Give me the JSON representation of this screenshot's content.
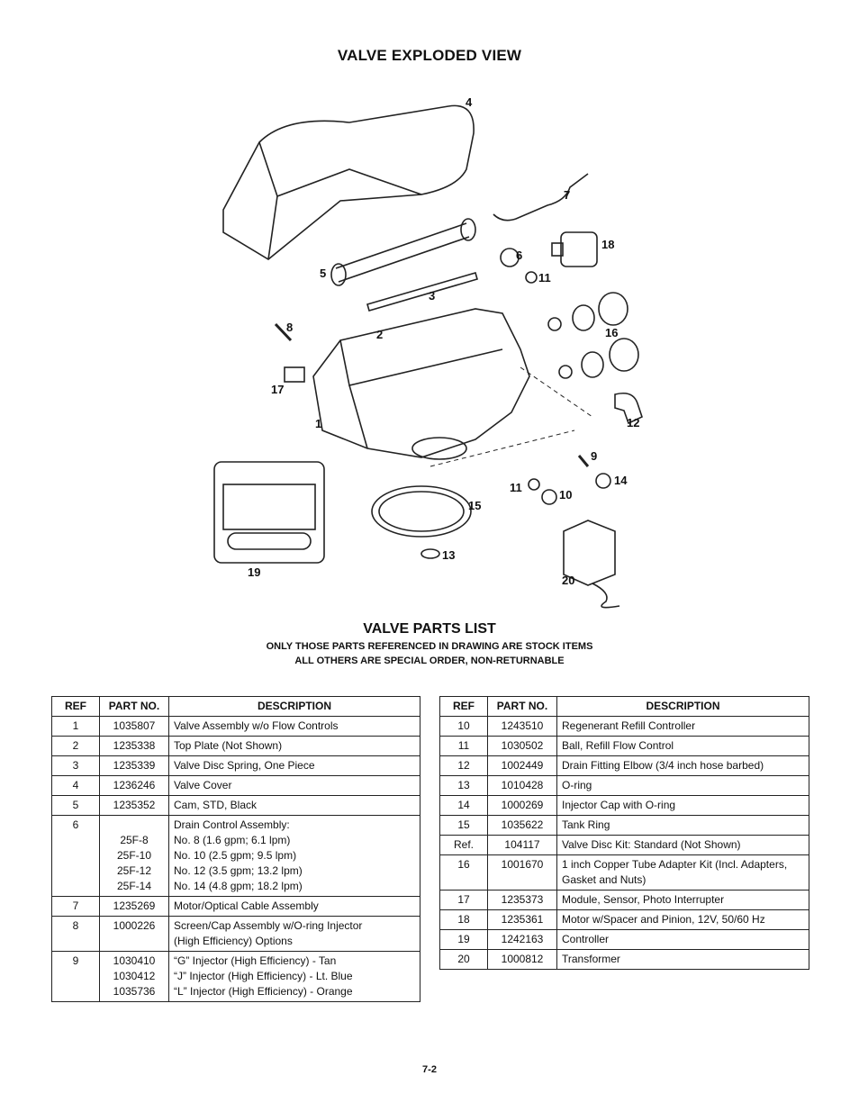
{
  "page": {
    "title": "VALVE EXPLODED VIEW",
    "parts_list_title": "VALVE PARTS LIST",
    "note_line1": "ONLY THOSE PARTS REFERENCED IN DRAWING ARE STOCK ITEMS",
    "note_line2": "ALL OTHERS ARE SPECIAL ORDER, NON-RETURNABLE",
    "page_number": "7-2"
  },
  "drawing": {
    "callouts": [
      "4",
      "7",
      "18",
      "5",
      "6",
      "11",
      "3",
      "8",
      "2",
      "16",
      "17",
      "1",
      "12",
      "9",
      "14",
      "11",
      "10",
      "15",
      "19",
      "13",
      "20"
    ]
  },
  "columns": {
    "ref": "REF",
    "part": "PART NO.",
    "desc": "DESCRIPTION"
  },
  "left_rows": [
    {
      "ref": "1",
      "part": "1035807",
      "desc": "Valve Assembly w/o Flow Controls"
    },
    {
      "ref": "2",
      "part": "1235338",
      "desc": "Top Plate (Not Shown)"
    },
    {
      "ref": "3",
      "part": "1235339",
      "desc": "Valve Disc Spring, One Piece"
    },
    {
      "ref": "4",
      "part": "1236246",
      "desc": "Valve Cover"
    },
    {
      "ref": "5",
      "part": "1235352",
      "desc": "Cam, STD, Black"
    },
    {
      "ref": "6",
      "part": "\n25F-8\n25F-10\n25F-12\n25F-14",
      "desc": "Drain Control Assembly:\nNo. 8 (1.6 gpm; 6.1 lpm)\nNo. 10 (2.5 gpm; 9.5 lpm)\nNo. 12 (3.5 gpm; 13.2 lpm)\nNo. 14 (4.8 gpm; 18.2 lpm)"
    },
    {
      "ref": "7",
      "part": "1235269",
      "desc": "Motor/Optical Cable Assembly"
    },
    {
      "ref": "8",
      "part": "1000226",
      "desc": "Screen/Cap Assembly w/O-ring Injector\n(High Efficiency) Options"
    },
    {
      "ref": "9",
      "part": "1030410\n1030412\n1035736",
      "desc": "“G” Injector (High Efficiency) - Tan\n“J” Injector (High Efficiency) - Lt. Blue\n“L” Injector (High Efficiency) - Orange"
    }
  ],
  "right_rows": [
    {
      "ref": "10",
      "part": "1243510",
      "desc": "Regenerant Refill Controller"
    },
    {
      "ref": "11",
      "part": "1030502",
      "desc": "Ball, Refill Flow Control"
    },
    {
      "ref": "12",
      "part": "1002449",
      "desc": "Drain Fitting Elbow (3/4 inch hose barbed)"
    },
    {
      "ref": "13",
      "part": "1010428",
      "desc": "O-ring"
    },
    {
      "ref": "14",
      "part": "1000269",
      "desc": "Injector Cap with O-ring"
    },
    {
      "ref": "15",
      "part": "1035622",
      "desc": "Tank Ring"
    },
    {
      "ref": "Ref.",
      "part": "104117",
      "desc": "Valve Disc Kit: Standard (Not Shown)"
    },
    {
      "ref": "16",
      "part": "1001670",
      "desc": "1 inch Copper Tube Adapter Kit (Incl. Adapters,\nGasket and Nuts)"
    },
    {
      "ref": "17",
      "part": "1235373",
      "desc": "Module, Sensor, Photo Interrupter"
    },
    {
      "ref": "18",
      "part": "1235361",
      "desc": "Motor w/Spacer and Pinion, 12V, 50/60 Hz"
    },
    {
      "ref": "19",
      "part": "1242163",
      "desc": "Controller"
    },
    {
      "ref": "20",
      "part": "1000812",
      "desc": "Transformer"
    }
  ]
}
